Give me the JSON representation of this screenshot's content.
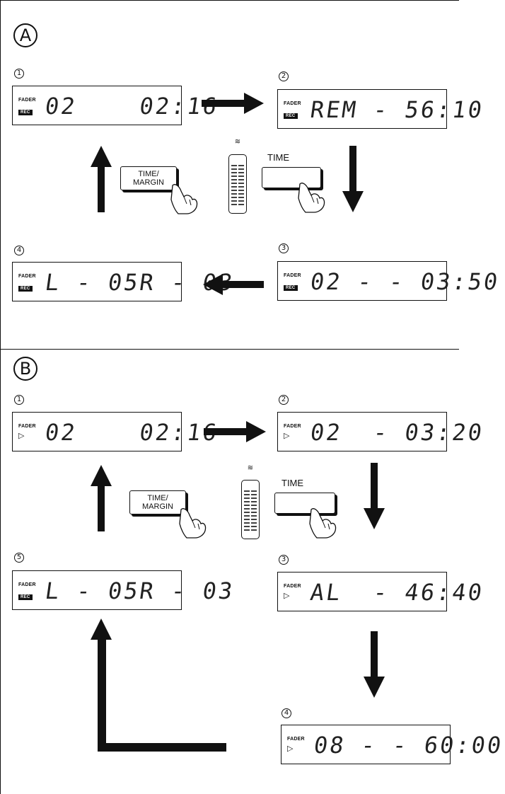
{
  "sections": {
    "a": {
      "label": "Ⓐ"
    },
    "b": {
      "label": "Ⓑ"
    }
  },
  "buttons": {
    "time_margin_line1": "TIME/",
    "time_margin_line2": "MARGIN",
    "time": "TIME"
  },
  "indicators": {
    "fader": "FADER",
    "rec": "REC",
    "play": "▷"
  },
  "section_a_displays": [
    {
      "step": "①",
      "readout": "02    02:16"
    },
    {
      "step": "②",
      "readout": "REM - 56:10"
    },
    {
      "step": "③",
      "readout": "02 - - 03:50"
    },
    {
      "step": "④",
      "readout": "L - 05R - 03"
    }
  ],
  "section_b_displays": [
    {
      "step": "①",
      "readout": "02    02:16"
    },
    {
      "step": "②",
      "readout": "02  - 03:20"
    },
    {
      "step": "③",
      "readout": "AL  - 46:40"
    },
    {
      "step": "④",
      "readout": "08 - - 60:00"
    },
    {
      "step": "⑤",
      "readout": "L - 05R - 03"
    }
  ]
}
